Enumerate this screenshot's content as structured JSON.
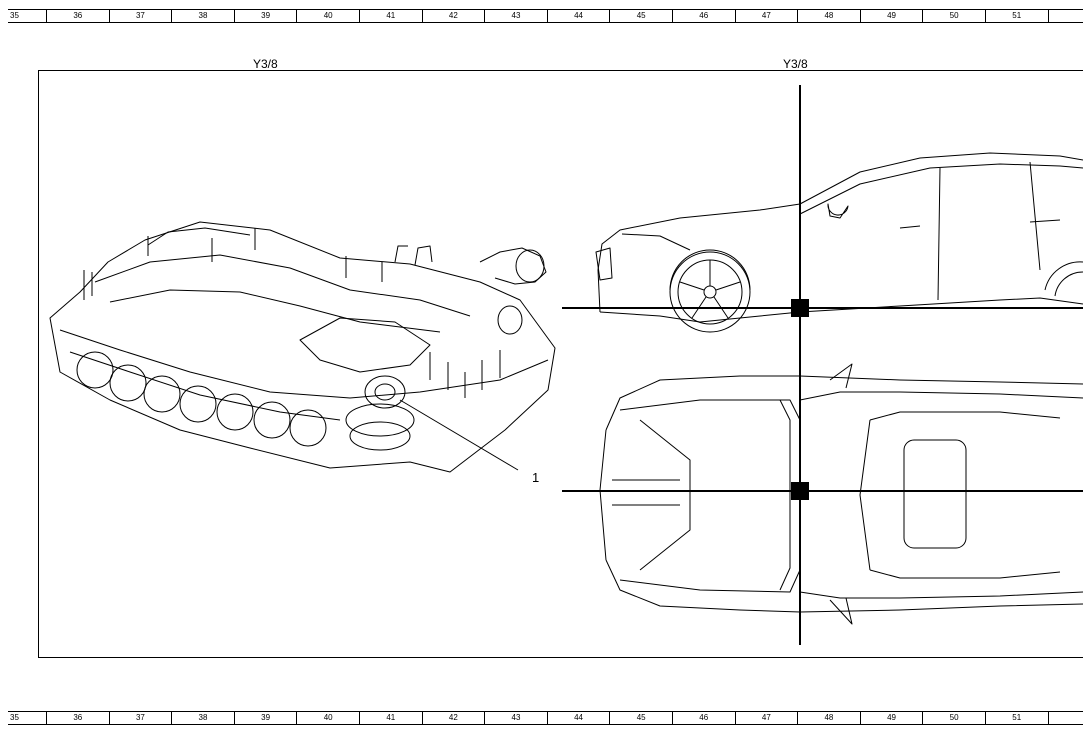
{
  "ruler": {
    "cells": [
      "35",
      "36",
      "37",
      "38",
      "39",
      "40",
      "41",
      "42",
      "43",
      "44",
      "45",
      "46",
      "47",
      "48",
      "49",
      "50",
      "51"
    ]
  },
  "labels": {
    "left": "Y3/8",
    "right": "Y3/8"
  },
  "callout": "1"
}
